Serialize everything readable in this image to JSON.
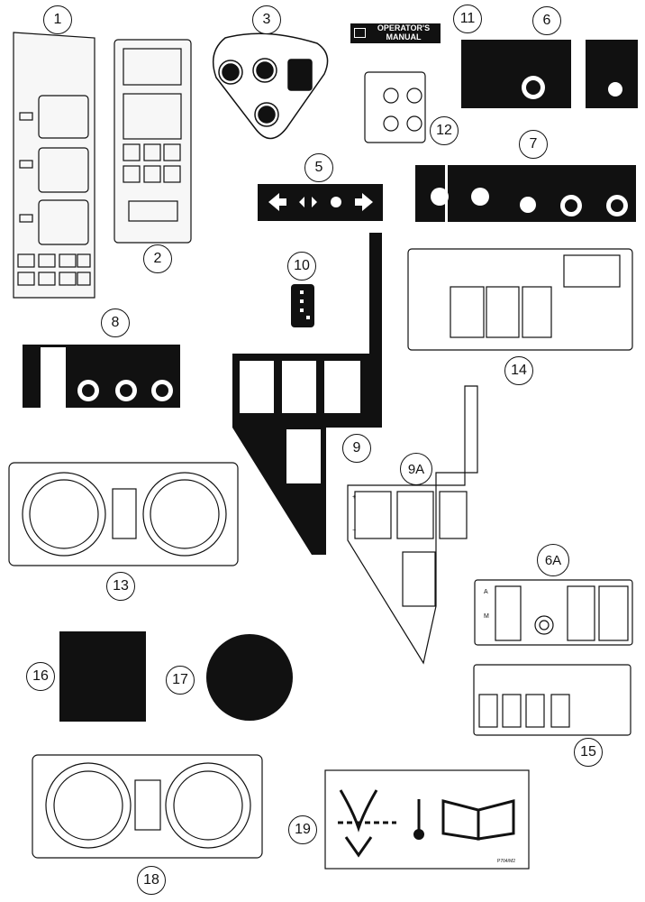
{
  "callouts": {
    "c1": "1",
    "c2": "2",
    "c3": "3",
    "c5": "5",
    "c6": "6",
    "c6a": "6A",
    "c7": "7",
    "c8": "8",
    "c9": "9",
    "c9a": "9A",
    "c10": "10",
    "c11": "11",
    "c12": "12",
    "c13": "13",
    "c14": "14",
    "c15": "15",
    "c16": "16",
    "c17": "17",
    "c18": "18",
    "c19": "19"
  },
  "operators_manual": {
    "line1": "OPERATOR'S",
    "line2": "MANUAL"
  },
  "decal_6a": {
    "a": "A",
    "m": "M"
  },
  "decal_9a": {
    "plus": "+",
    "minus": "−"
  },
  "decal_19": {
    "code": "P704/M2"
  },
  "colors": {
    "ink": "#111111",
    "paper": "#ffffff",
    "panel": "#f6f6f6"
  }
}
